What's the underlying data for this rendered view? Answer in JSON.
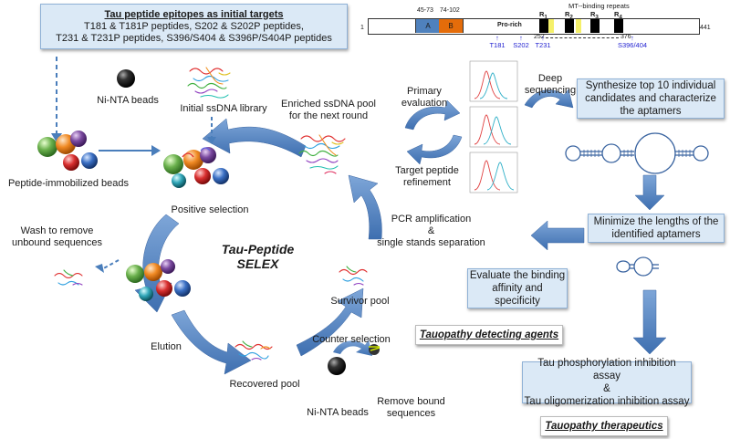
{
  "targets_box": {
    "title": "Tau peptide epitopes as initial targets",
    "line1": "T181 & T181P peptides, S202 & S202P peptides,",
    "line2": "T231 & T231P peptides, S396/S404 & S396P/S404P peptides"
  },
  "tau_bar": {
    "start": "1",
    "end": "441",
    "seg_a_range": "45-73",
    "seg_a": "A",
    "seg_b_range": "74-102",
    "seg_b": "B",
    "prorich": "Pro-rich",
    "mt_title": "MT--binding repeats",
    "r1": "R",
    "r1s": "1",
    "r2": "R",
    "r2s": "2",
    "r3": "R",
    "r3s": "3",
    "r4": "R",
    "r4s": "4",
    "range_start": "252",
    "range_end": "376",
    "sites": [
      "T181",
      "S202",
      "T231",
      "S396/404"
    ]
  },
  "labels": {
    "ninta_top": "Ni-NTA beads",
    "initial_lib": "Initial ssDNA library",
    "enriched": "Enriched ssDNA pool\nfor the next round",
    "primary": "Primary\nevaluation",
    "deep": "Deep\nsequencing",
    "target_refine": "Target peptide\nrefinement",
    "peptide_beads": "Peptide-immobilized beads",
    "positive": "Positive selection",
    "wash": "Wash to remove\nunbound sequences",
    "selex_1": "Tau-Peptide",
    "selex_2": "SELEX",
    "pcr": "PCR amplification\n&\nsingle stands separation",
    "survivor": "Survivor pool",
    "elution": "Elution",
    "counter": "Counter selection",
    "recovered": "Recovered pool",
    "ninta_bottom": "Ni-NTA beads",
    "remove": "Remove bound\nsequences"
  },
  "boxes": {
    "synthesize": "Synthesize top 10 individual candidates and characterize the aptamers",
    "minimize": "Minimize the lengths of the identified aptamers",
    "evaluate": "Evaluate the binding affinity and specificity",
    "inhibit_1": "Tau phosphorylation inhibition assay",
    "inhibit_amp": "&",
    "inhibit_2": "Tau oligomerization inhibition assay"
  },
  "outcomes": {
    "detecting": "Tauopathy detecting agents",
    "therapeutics": "Tauopathy therapeutics"
  },
  "colors": {
    "arrow": "#4a7ebb",
    "box_fill": "#dbe9f6",
    "seg_a": "#4f81bd",
    "seg_b": "#e46c0a",
    "site_arrow": "#1f1fd0",
    "mt_yellow": "#f5f06a"
  }
}
